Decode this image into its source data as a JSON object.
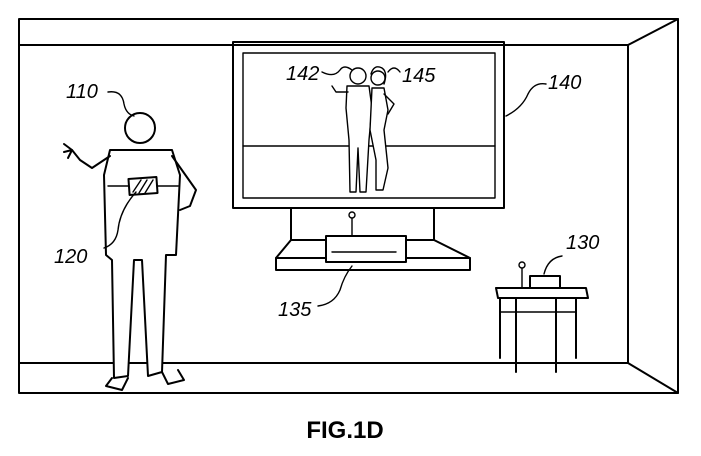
{
  "figure": {
    "caption": "FIG.1D",
    "labels": {
      "l110": "110",
      "l120": "120",
      "l130": "130",
      "l135": "135",
      "l140": "140",
      "l142": "142",
      "l145": "145"
    },
    "icons": [
      "person-icon",
      "couple-icon",
      "table-icon",
      "console-icon",
      "sensor-icon"
    ]
  }
}
